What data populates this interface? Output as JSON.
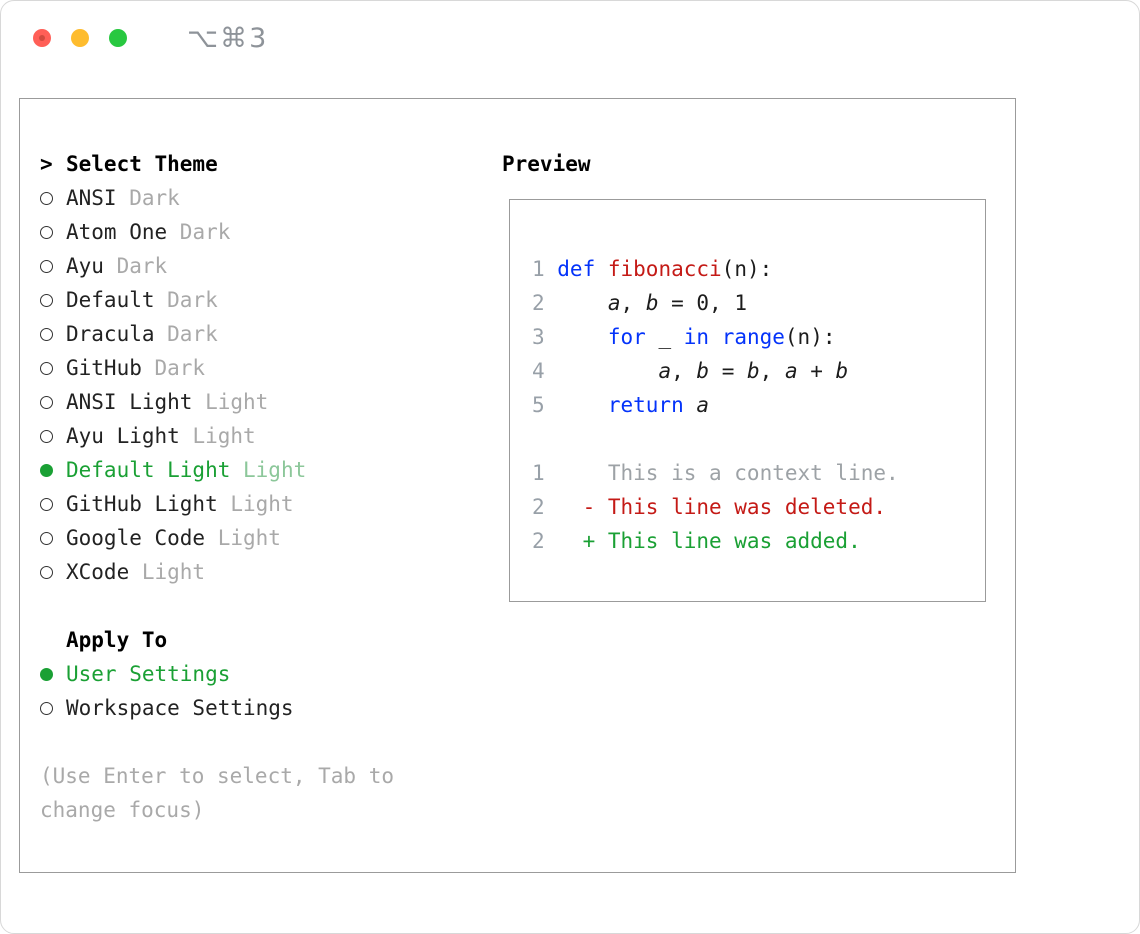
{
  "window": {
    "shortcut": "⌥⌘3"
  },
  "colors": {
    "selected_green": "#1aa034",
    "added_green": "#1aa034",
    "keyword_blue": "#0433fa",
    "function_red": "#c41a16",
    "deleted_red": "#c41a16",
    "muted_gray": "#a9a9a9",
    "line_number_gray": "#98a0a8",
    "traffic_red": "#ff5f57",
    "traffic_yellow": "#febc2e",
    "traffic_green": "#28c840"
  },
  "picker": {
    "prompt": ">",
    "title": "Select Theme",
    "items": [
      {
        "name": "ANSI",
        "variant": "Dark",
        "selected": false
      },
      {
        "name": "Atom One",
        "variant": "Dark",
        "selected": false
      },
      {
        "name": "Ayu",
        "variant": "Dark",
        "selected": false
      },
      {
        "name": "Default",
        "variant": "Dark",
        "selected": false
      },
      {
        "name": "Dracula",
        "variant": "Dark",
        "selected": false
      },
      {
        "name": "GitHub",
        "variant": "Dark",
        "selected": false
      },
      {
        "name": "ANSI Light",
        "variant": "Light",
        "selected": false
      },
      {
        "name": "Ayu Light",
        "variant": "Light",
        "selected": false
      },
      {
        "name": "Default Light",
        "variant": "Light",
        "selected": true
      },
      {
        "name": "GitHub Light",
        "variant": "Light",
        "selected": false
      },
      {
        "name": "Google Code",
        "variant": "Light",
        "selected": false
      },
      {
        "name": "XCode",
        "variant": "Light",
        "selected": false
      }
    ],
    "apply": {
      "title": "Apply To",
      "options": [
        {
          "label": "User Settings",
          "selected": true
        },
        {
          "label": "Workspace Settings",
          "selected": false
        }
      ]
    },
    "hint": "(Use Enter to select, Tab to change focus)"
  },
  "preview": {
    "title": "Preview",
    "lines": [
      {
        "num": "1",
        "segments": [
          {
            "t": "def",
            "s": "kw"
          },
          {
            "t": " ",
            "s": "p"
          },
          {
            "t": "fibonacci",
            "s": "fn"
          },
          {
            "t": "(n):",
            "s": "p"
          }
        ]
      },
      {
        "num": "2",
        "segments": [
          {
            "t": "    ",
            "s": "p"
          },
          {
            "t": "a",
            "s": "v"
          },
          {
            "t": ", ",
            "s": "p"
          },
          {
            "t": "b",
            "s": "v"
          },
          {
            "t": " = ",
            "s": "p"
          },
          {
            "t": "0, 1",
            "s": "p"
          }
        ]
      },
      {
        "num": "3",
        "segments": [
          {
            "t": "    ",
            "s": "p"
          },
          {
            "t": "for",
            "s": "kw"
          },
          {
            "t": " _ ",
            "s": "p"
          },
          {
            "t": "in",
            "s": "kw"
          },
          {
            "t": " ",
            "s": "p"
          },
          {
            "t": "range",
            "s": "kw"
          },
          {
            "t": "(n):",
            "s": "p"
          }
        ]
      },
      {
        "num": "4",
        "segments": [
          {
            "t": "        ",
            "s": "p"
          },
          {
            "t": "a",
            "s": "v"
          },
          {
            "t": ", ",
            "s": "p"
          },
          {
            "t": "b",
            "s": "v"
          },
          {
            "t": " = ",
            "s": "p"
          },
          {
            "t": "b",
            "s": "v"
          },
          {
            "t": ", ",
            "s": "p"
          },
          {
            "t": "a",
            "s": "v"
          },
          {
            "t": " + ",
            "s": "p"
          },
          {
            "t": "b",
            "s": "v"
          }
        ]
      },
      {
        "num": "5",
        "segments": [
          {
            "t": "    ",
            "s": "p"
          },
          {
            "t": "return",
            "s": "kw"
          },
          {
            "t": " ",
            "s": "p"
          },
          {
            "t": "a",
            "s": "v"
          }
        ]
      },
      {
        "num": "",
        "segments": []
      },
      {
        "num": "1",
        "segments": [
          {
            "t": "    This is a context line.",
            "s": "ctx"
          }
        ]
      },
      {
        "num": "2",
        "segments": [
          {
            "t": "  - This line was deleted.",
            "s": "del"
          }
        ]
      },
      {
        "num": "2",
        "segments": [
          {
            "t": "  + This line was added.",
            "s": "add"
          }
        ]
      }
    ]
  }
}
